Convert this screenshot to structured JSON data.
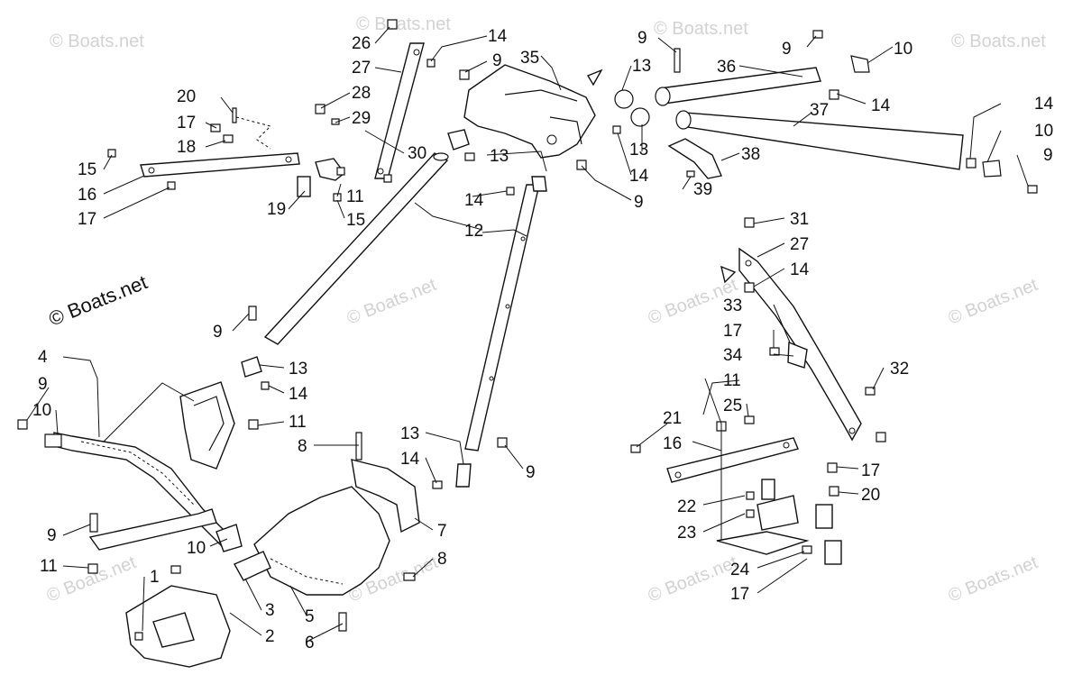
{
  "watermark": {
    "faint_text": "© Boats.net",
    "main_text": "© Boats.net"
  },
  "callouts": {
    "c1": "1",
    "c2": "2",
    "c3": "3",
    "c4": "4",
    "c5": "5",
    "c6": "6",
    "c7": "7",
    "c8a": "8",
    "c8b": "8",
    "c9a": "9",
    "c9b": "9",
    "c9c": "9",
    "c9d": "9",
    "c9e": "9",
    "c9f": "9",
    "c9g": "9",
    "c9h": "9",
    "c9i": "9",
    "c10a": "10",
    "c10b": "10",
    "c10c": "10",
    "c10d": "10",
    "c11a": "11",
    "c11b": "11",
    "c11c": "11",
    "c11d": "11",
    "c12": "12",
    "c13a": "13",
    "c13b": "13",
    "c13c": "13",
    "c13d": "13",
    "c13e": "13",
    "c14a": "14",
    "c14b": "14",
    "c14c": "14",
    "c14d": "14",
    "c14e": "14",
    "c14f": "14",
    "c14g": "14",
    "c14h": "14",
    "c15a": "15",
    "c15b": "15",
    "c16a": "16",
    "c16b": "16",
    "c17a": "17",
    "c17b": "17",
    "c17c": "17",
    "c17d": "17",
    "c17e": "17",
    "c18": "18",
    "c19": "19",
    "c20a": "20",
    "c20b": "20",
    "c21": "21",
    "c22": "22",
    "c23": "23",
    "c24": "24",
    "c25": "25",
    "c26": "26",
    "c27a": "27",
    "c27b": "27",
    "c28": "28",
    "c29": "29",
    "c30": "30",
    "c31": "31",
    "c32": "32",
    "c33": "33",
    "c34": "34",
    "c35": "35",
    "c36": "36",
    "c37": "37",
    "c38": "38",
    "c39": "39"
  }
}
